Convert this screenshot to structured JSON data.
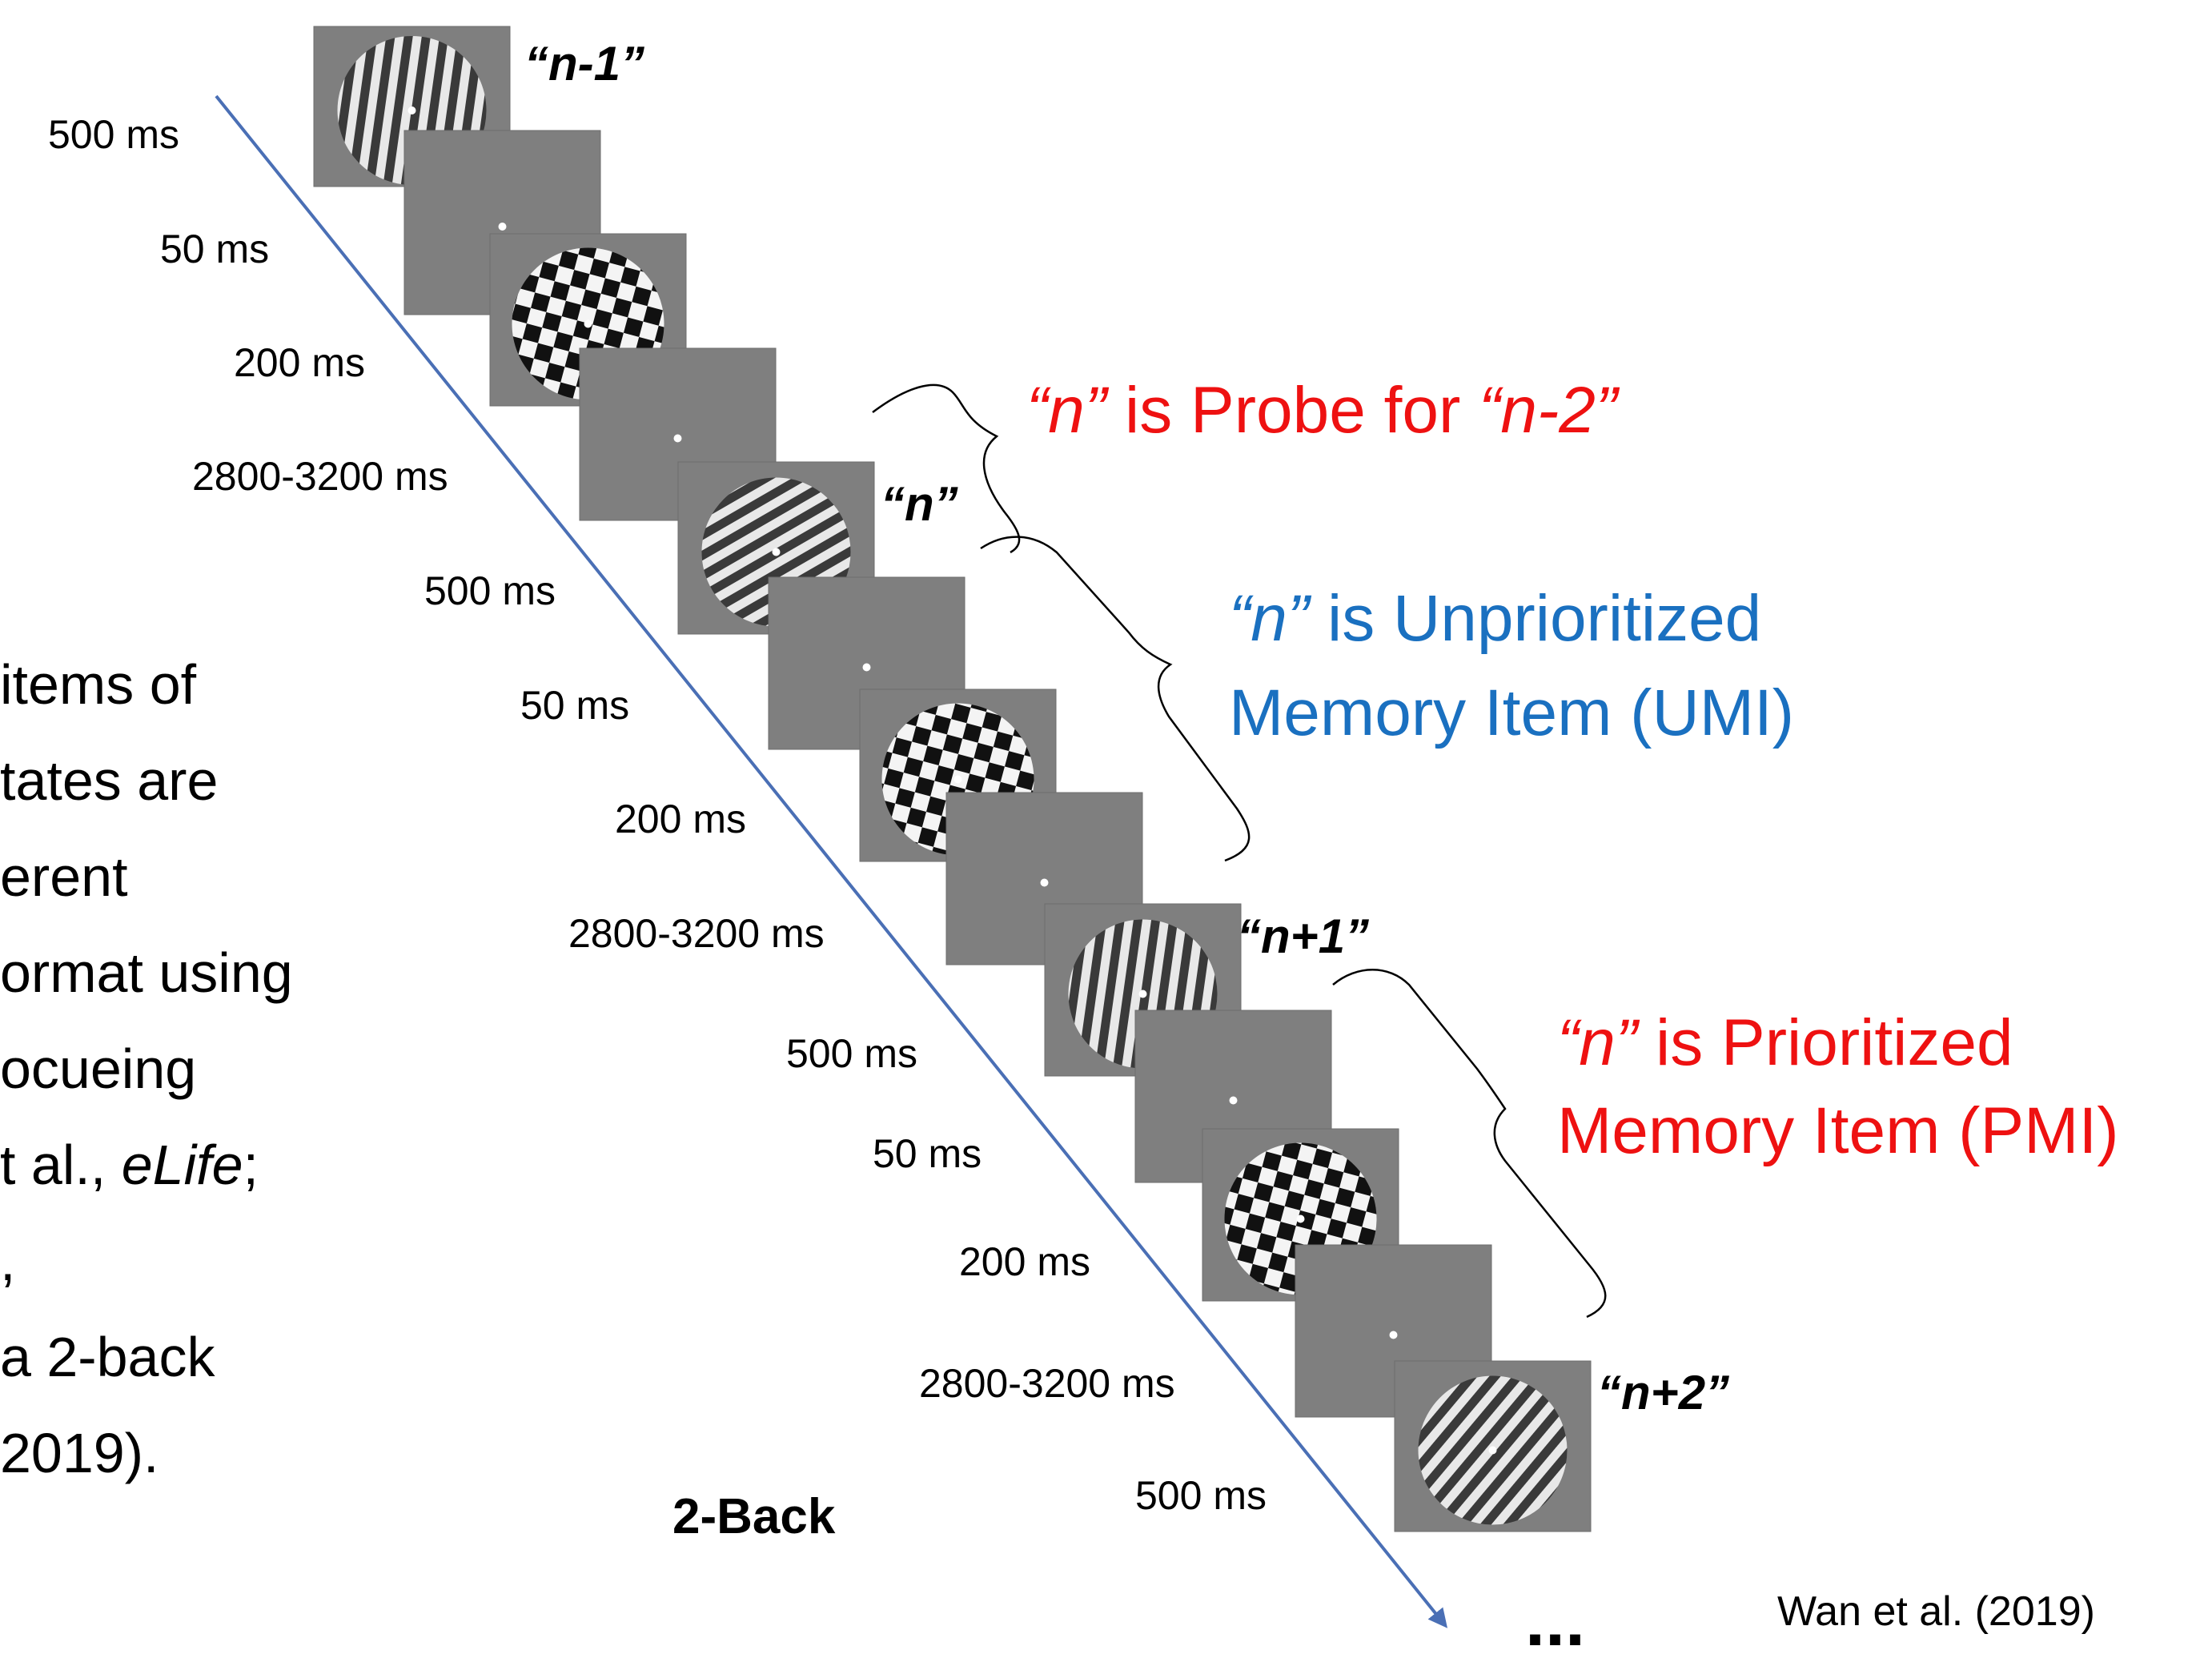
{
  "left_text": {
    "lines": [
      "items of",
      "tates are",
      "erent",
      "ormat using",
      "ocueing",
      "t al., ",
      ",",
      "a 2-back",
      "2019)."
    ],
    "journal": "eLife",
    "after_journal": ";"
  },
  "timeline": {
    "stimuli": [
      {
        "type": "grating",
        "orientation": "vertical-tilted",
        "label": "“n-1”"
      },
      {
        "type": "fixation"
      },
      {
        "type": "checkerboard"
      },
      {
        "type": "fixation"
      },
      {
        "type": "grating",
        "orientation": "oblique-low",
        "label": "“n”"
      },
      {
        "type": "fixation"
      },
      {
        "type": "checkerboard"
      },
      {
        "type": "fixation"
      },
      {
        "type": "grating",
        "orientation": "vertical-tilted",
        "label": "“n+1”"
      },
      {
        "type": "fixation"
      },
      {
        "type": "checkerboard"
      },
      {
        "type": "fixation"
      },
      {
        "type": "grating",
        "orientation": "oblique-steep",
        "label": "“n+2”"
      }
    ],
    "durations": [
      "500 ms",
      "50 ms",
      "200 ms",
      "2800-3200 ms",
      "500 ms",
      "50 ms",
      "200 ms",
      "2800-3200 ms",
      "500 ms",
      "50 ms",
      "200 ms",
      "2800-3200 ms",
      "500 ms"
    ],
    "block_label": "2-Back",
    "ellipsis": "..."
  },
  "annotations": [
    {
      "id": "probe",
      "color": "#ee1111",
      "quote": "“n”",
      "rest": " is Probe for ",
      "quote2": "“n-2”"
    },
    {
      "id": "umi",
      "color": "#1a70c0",
      "quote": "“n”",
      "rest": " is Unprioritized",
      "line2": "Memory Item (UMI)"
    },
    {
      "id": "pmi",
      "color": "#ee1111",
      "quote": "“n”",
      "rest": " is Prioritized",
      "line2": "Memory Item (PMI)"
    }
  ],
  "citation": "Wan et al. (2019)",
  "colors": {
    "panel": "#7f7f7f",
    "arrow": "#4a6fb5",
    "red": "#ee1111",
    "blue": "#1a70c0"
  }
}
